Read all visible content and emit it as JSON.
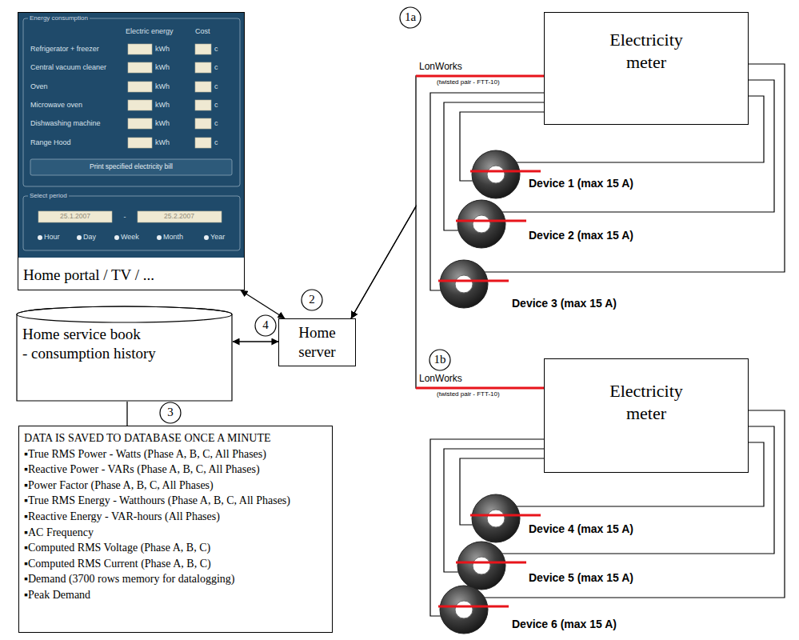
{
  "diagram": {
    "nodes": [
      {
        "text": [
          "Home portal / TV / ..."
        ]
      },
      {
        "text": [
          "Electricity meter"
        ]
      },
      {
        "text": [
          "Home service book",
          "- consumption history"
        ]
      },
      {
        "text": [
          "Home server"
        ]
      },
      {
        "text": [
          "Electricity meter"
        ]
      },
      {
        "text": [
          "DATA IS SAVED TO DATABASE ONCE A MINUTE",
          "▪True RMS Power - Watts (Phase A, B, C, All Phases)",
          "▪Reactive Power - VARs (Phase A, B, C, All Phases)",
          "▪Power Factor (Phase A, B, C, All Phases)",
          "▪True RMS Energy - Watthours (Phase A, B, C, All Phases)",
          "▪Reactive Energy - VAR-hours (All Phases)",
          "▪AC Frequency",
          "▪Computed RMS Voltage (Phase A, B, C)",
          "▪Computed RMS Current (Phase A, B, C)",
          "▪Demand (3700 rows memory for datalogging)",
          "▪Peak Demand"
        ]
      }
    ],
    "edges": [
      {
        "from": 1,
        "to": 3,
        "arrow": "to"
      },
      {
        "from": 4,
        "to": 3,
        "arrow": "to"
      },
      {
        "from": 0,
        "to": 3,
        "arrow": "both"
      },
      {
        "from": 2,
        "to": 3,
        "arrow": "both"
      },
      {
        "from": 2,
        "to": 5,
        "arrow": "none"
      }
    ],
    "labels": [
      "Energy consumption",
      "Electric energy",
      "Cost",
      "Refrigerator + freezer",
      "kWh",
      "c",
      "Central vacuum cleaner",
      "kWh",
      "c",
      "Oven",
      "kWh",
      "c",
      "Microwave oven",
      "kWh",
      "c",
      "Dishwashing machine",
      "kWh",
      "c",
      "Range Hood",
      "kWh",
      "c",
      "Print specified electricity bill",
      "Select period",
      "25.1.2007",
      "-",
      "25.2.2007",
      "Hour",
      "Day",
      "Week",
      "Month",
      "Year",
      "1a",
      "LonWorks",
      "(twisted pair - FTT-10)",
      "Device 1 (max 15 A)",
      "Device 2 (max 15 A)",
      "Device 3 (max 15 A)",
      "4",
      "2",
      "1b",
      "LonWorks",
      "(twisted pair - FTT-10)",
      "Device 4 (max 15 A)",
      "Device 5 (max 15 A)",
      "Device 6 (max 15 A)",
      "3"
    ]
  }
}
